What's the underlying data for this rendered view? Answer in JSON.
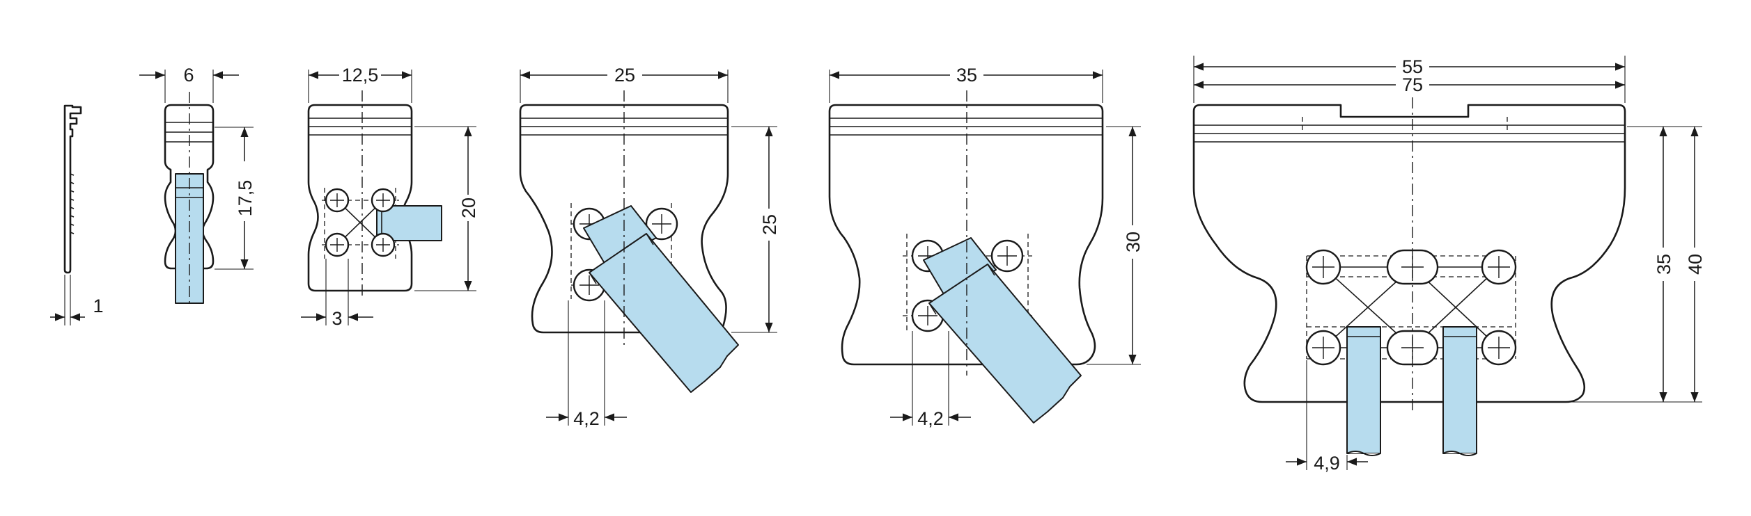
{
  "drawing": {
    "views": [
      {
        "id": "side-view",
        "dims": {
          "thickness": "1"
        }
      },
      {
        "id": "front-view-6",
        "dims": {
          "width": "6",
          "height": "17,5"
        }
      },
      {
        "id": "view-12-5",
        "dims": {
          "width": "12,5",
          "height": "20",
          "pitch": "3"
        }
      },
      {
        "id": "view-25",
        "dims": {
          "width": "25",
          "height": "25",
          "pitch": "4,2"
        }
      },
      {
        "id": "view-35",
        "dims": {
          "width": "35",
          "height": "30",
          "pitch": "4,2"
        }
      },
      {
        "id": "view-55-75",
        "dims": {
          "width_a": "55",
          "width_b": "75",
          "height_a": "35",
          "height_b": "40",
          "pitch": "4,9"
        }
      }
    ],
    "colors": {
      "line": "#1a1a1a",
      "highlight_blue": "#b7dcee",
      "background": "#ffffff"
    }
  }
}
